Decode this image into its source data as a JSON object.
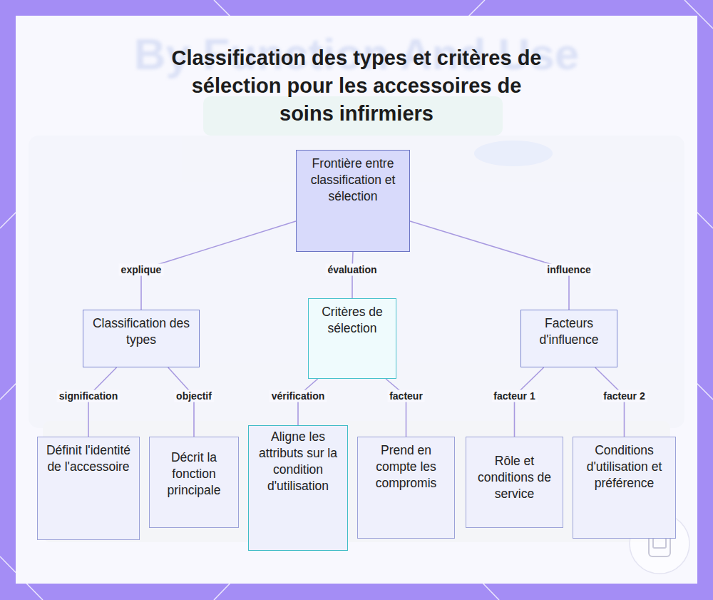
{
  "diagram": {
    "title": "Classification des types et critères de sélection pour les accessoires de soins infirmiers",
    "nodes": [
      {
        "text": [
          "Frontière entre classification et sélection"
        ]
      },
      {
        "text": [
          "Classification des types"
        ]
      },
      {
        "text": [
          "Critères de sélection"
        ]
      },
      {
        "text": [
          "Facteurs d'influence"
        ]
      },
      {
        "text": [
          "Définit l'identité de l'accessoire"
        ]
      },
      {
        "text": [
          "Décrit la fonction principale"
        ]
      },
      {
        "text": [
          "Aligne les attributs sur la condition d'utilisation"
        ]
      },
      {
        "text": [
          "Prend en compte les compromis"
        ]
      },
      {
        "text": [
          "Rôle et conditions de service"
        ]
      },
      {
        "text": [
          "Conditions d'utilisation et préférence"
        ]
      }
    ],
    "edges": [
      {
        "from": 0,
        "to": 1,
        "label": "explique",
        "arrow": "none"
      },
      {
        "from": 0,
        "to": 2,
        "label": "évaluation",
        "arrow": "none"
      },
      {
        "from": 0,
        "to": 3,
        "label": "influence",
        "arrow": "none"
      },
      {
        "from": 1,
        "to": 4,
        "label": "signification",
        "arrow": "none"
      },
      {
        "from": 1,
        "to": 5,
        "label": "objectif",
        "arrow": "none"
      },
      {
        "from": 2,
        "to": 6,
        "label": "vérification",
        "arrow": "none"
      },
      {
        "from": 2,
        "to": 7,
        "label": "facteur",
        "arrow": "none"
      },
      {
        "from": 3,
        "to": 8,
        "label": "facteur 1",
        "arrow": "none"
      },
      {
        "from": 3,
        "to": 9,
        "label": "facteur 2",
        "arrow": "none"
      }
    ],
    "labels": [
      "By Function And Use"
    ]
  }
}
